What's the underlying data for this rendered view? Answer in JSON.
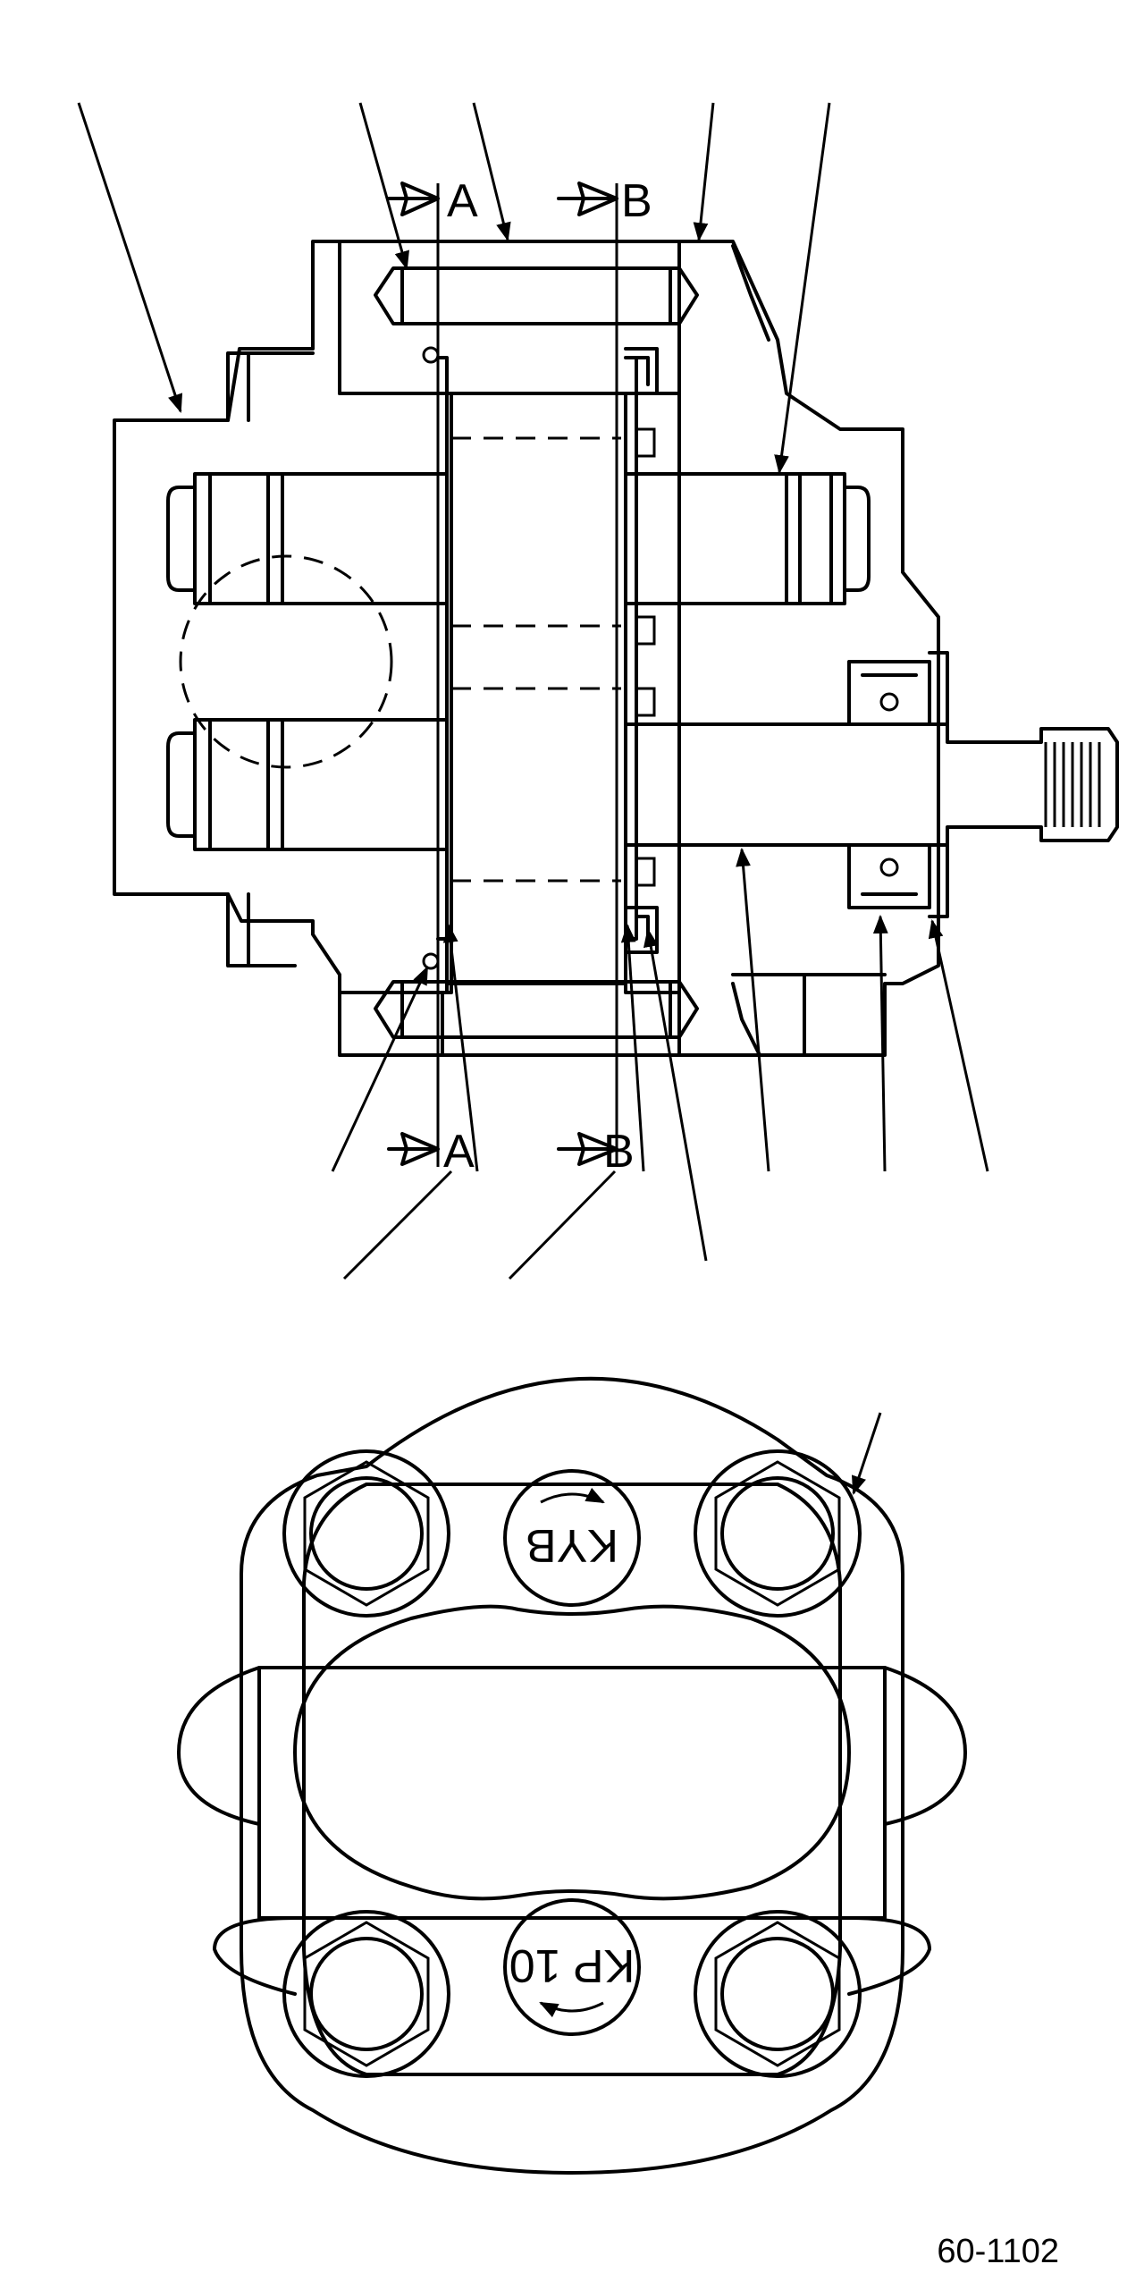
{
  "section_labels": {
    "top_a": "A",
    "top_b": "B",
    "bottom_a": "A",
    "bottom_b": "B"
  },
  "view_b_marks": {
    "upper_stamp": "KYB",
    "lower_stamp": "KP 10"
  },
  "figure_reference": "60-1102"
}
